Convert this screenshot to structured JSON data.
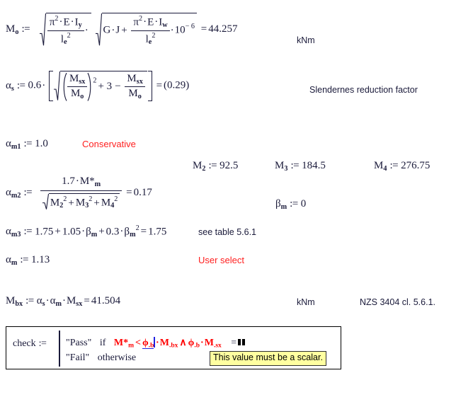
{
  "document": {
    "type": "mathcad-worksheet",
    "background": "#ffffff",
    "math_color": "#1a1a3a",
    "annotation_color": "#ff2020",
    "error_color": "#ff0000",
    "tooltip_bg": "#ffffa0"
  },
  "eq_mo": {
    "lhs": "M",
    "lhs_sub": "o",
    "assign": ":=",
    "outer_num1": "π",
    "outer_num1_sup": "2",
    "outer_num2": "E",
    "outer_num3": "I",
    "outer_num3_sub": "y",
    "outer_den": "l",
    "outer_den_sub": "e",
    "outer_den_sup": "2",
    "inner_first": "G",
    "inner_second": "J",
    "inner_plus": "+",
    "inner_num1": "π",
    "inner_num1_sup": "2",
    "inner_num2": "E",
    "inner_num3": "I",
    "inner_num3_sub": "w",
    "inner_den": "l",
    "inner_den_sub": "e",
    "inner_den_sup": "2",
    "factor": "10",
    "factor_exp": "− 6",
    "equals": "=",
    "result": "44.257",
    "units": "kNm"
  },
  "eq_alpha_s": {
    "lhs": "α",
    "lhs_sub": "s",
    "assign": ":=",
    "coefficient": "0.6",
    "frac1_num": "M",
    "frac1_num_sub": "sx",
    "frac1_den": "M",
    "frac1_den_sub": "o",
    "power": "2",
    "plus_three": "+ 3",
    "minus": "−",
    "frac2_num": "M",
    "frac2_num_sub": "sx",
    "frac2_den": "M",
    "frac2_den_sub": "o",
    "equals": "=",
    "result": "(0.29)",
    "annotation": "Slendernes reduction factor"
  },
  "eq_alpha_m1": {
    "lhs": "α",
    "lhs_sub": "m1",
    "assign": ":=",
    "value": "1.0",
    "annotation": "Conservative"
  },
  "moments": [
    {
      "name": "M",
      "sub": "2",
      "assign": ":=",
      "value": "92.5"
    },
    {
      "name": "M",
      "sub": "3",
      "assign": ":=",
      "value": "184.5"
    },
    {
      "name": "M",
      "sub": "4",
      "assign": ":=",
      "value": "276.75"
    }
  ],
  "eq_alpha_m2": {
    "lhs": "α",
    "lhs_sub": "m2",
    "assign": ":=",
    "num_coeff": "1.7",
    "num_var": "M*",
    "num_var_sub": "m",
    "den_t1": "M",
    "den_t1_sub": "2",
    "den_t1_sup": "2",
    "den_plus1": "+",
    "den_t2": "M",
    "den_t2_sub": "3",
    "den_t2_sup": "2",
    "den_plus2": "+",
    "den_t3": "M",
    "den_t3_sub": "4",
    "den_t3_sup": "2",
    "equals": "=",
    "result": "0.17"
  },
  "eq_beta_m": {
    "lhs": "β",
    "lhs_sub": "m",
    "assign": ":=",
    "value": "0"
  },
  "eq_alpha_m3": {
    "lhs": "α",
    "lhs_sub": "m3",
    "assign": ":=",
    "c0": "1.75",
    "plus1": "+",
    "c1": "1.05",
    "v1": "β",
    "v1_sub": "m",
    "plus2": "+",
    "c2": "0.3",
    "v2": "β",
    "v2_sub": "m",
    "v2_sup": "2",
    "equals": "=",
    "result": "1.75",
    "annotation": "see table 5.6.1"
  },
  "eq_alpha_m": {
    "lhs": "α",
    "lhs_sub": "m",
    "assign": ":=",
    "value": "1.13",
    "annotation": "User select"
  },
  "eq_mbx": {
    "lhs": "M",
    "lhs_sub": "bx",
    "assign": ":=",
    "f1": "α",
    "f1_sub": "s",
    "f2": "α",
    "f2_sub": "m",
    "f3": "M",
    "f3_sub": "sx",
    "equals": "=",
    "result": "41.504",
    "units": "kNm",
    "reference": "NZS 3404 cl. 5.6.1."
  },
  "check_block": {
    "lhs": "check",
    "assign": ":=",
    "line1": {
      "result": "\"Pass\"",
      "keyword": "if",
      "lhs_var": "M*",
      "lhs_var_sub": "m",
      "less_than": "<",
      "phi1": "ϕ",
      "phi1_sub": ".b",
      "m1": "M",
      "m1_sub": ".bx",
      "and": "∧",
      "phi2": "ϕ",
      "phi2_sub": ".b",
      "m2": "M",
      "m2_sub": ".sx",
      "equals": "="
    },
    "line2": {
      "result": "\"Fail\"",
      "keyword": "otherwise"
    },
    "tooltip": "This value must be a scalar."
  }
}
